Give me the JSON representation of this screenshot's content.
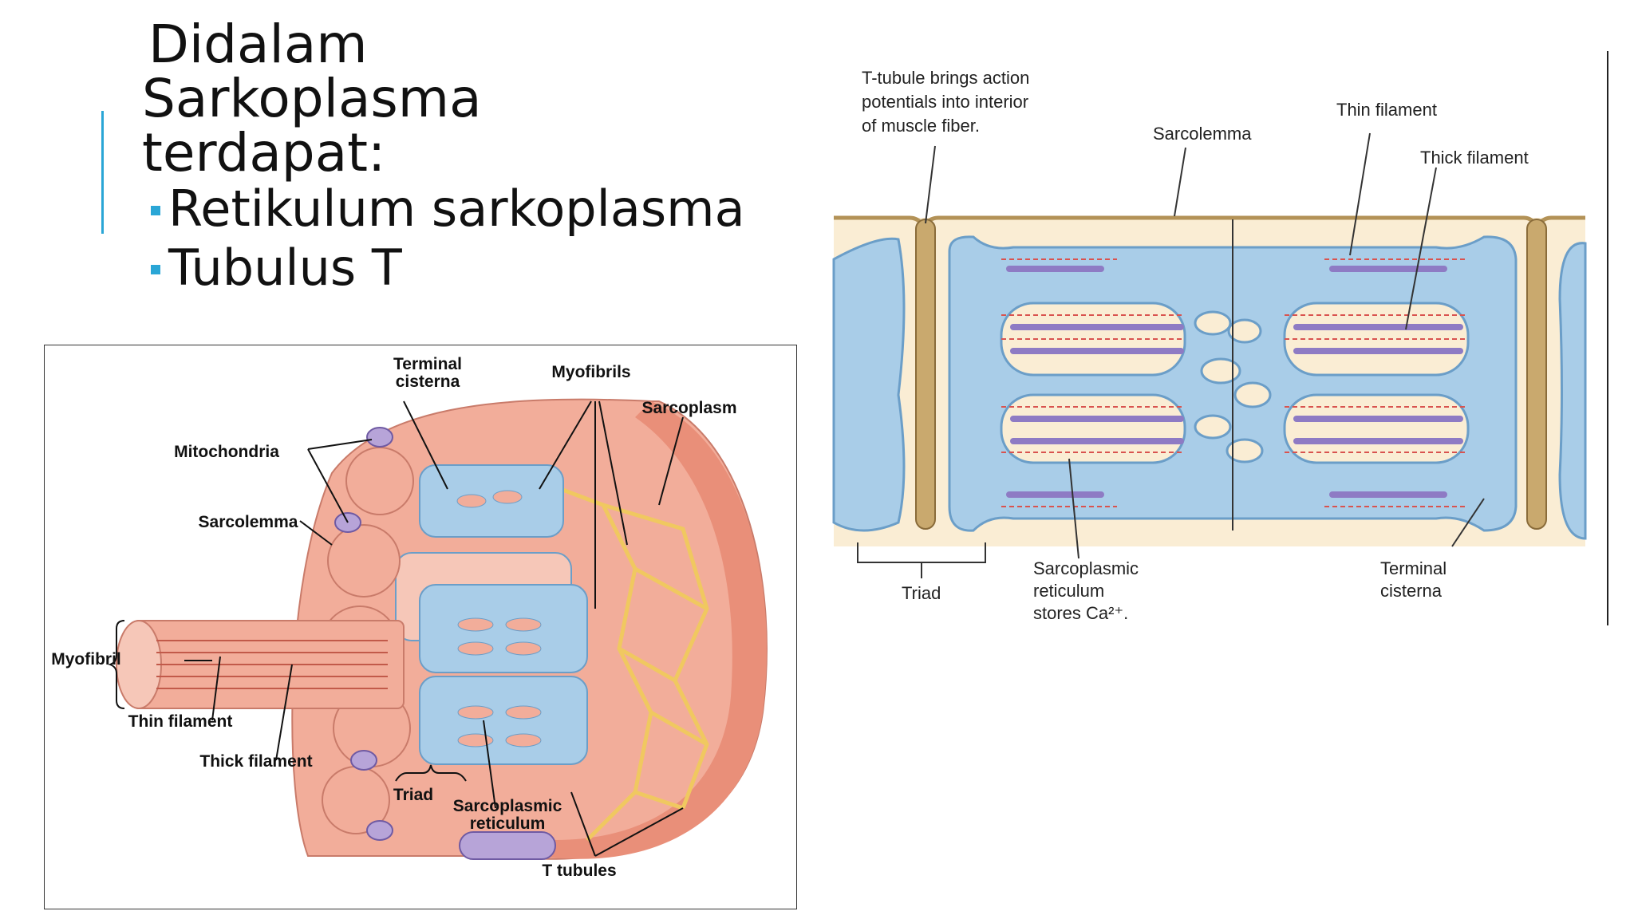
{
  "slide": {
    "title_lines": [
      "Didalam",
      "Sarkoplasma",
      "terdapat:"
    ],
    "bullets": [
      "Retikulum sarkoplasma",
      "Tubulus T"
    ]
  },
  "figure_left": {
    "labels": {
      "terminal_cisterna": [
        "Terminal",
        "cisterna"
      ],
      "myofibrils": "Myofibrils",
      "sarcoplasm": "Sarcoplasm",
      "mitochondria": "Mitochondria",
      "sarcolemma": "Sarcolemma",
      "myofibril": "Myofibril",
      "thin_filament": "Thin filament",
      "thick_filament": "Thick filament",
      "triad": "Triad",
      "sarcoplasmic_reticulum": [
        "Sarcoplasmic",
        "reticulum"
      ],
      "t_tubules": "T tubules"
    }
  },
  "figure_right": {
    "labels": {
      "t_tubule_note": [
        "T-tubule brings action",
        "potentials into interior",
        "of muscle fiber."
      ],
      "sarcolemma": "Sarcolemma",
      "thin_filament": "Thin filament",
      "thick_filament": "Thick filament",
      "triad": "Triad",
      "sr_note": [
        "Sarcoplasmic",
        "reticulum",
        "stores Ca²⁺."
      ],
      "terminal_cisterna": [
        "Terminal",
        "cisterna"
      ]
    }
  },
  "colors": {
    "accent": "#2aa6d6",
    "sr_blue": "#a9cde8",
    "sr_blue_dark": "#6b9ec8",
    "muscle_pink": "#f2ad9a",
    "cytoplasm_cream": "#faedd4",
    "t_tubule_tan": "#c9a96e",
    "thick_filament_purple": "#8e7bc4",
    "thin_filament_red": "#d9534f"
  }
}
